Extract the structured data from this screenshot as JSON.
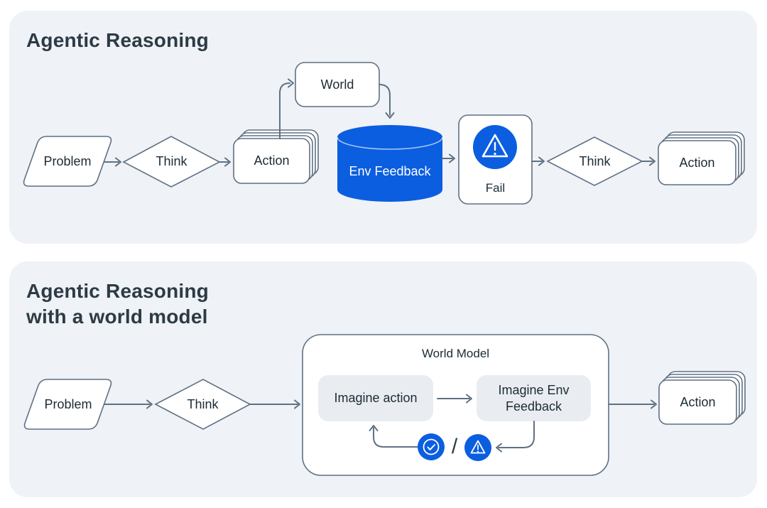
{
  "colors": {
    "accent_blue": "#0B5EE0",
    "panel_bg": "#EFF2F6",
    "stroke": "#5F7183",
    "node_text": "#1C2B33",
    "title_text": "#2C3B45",
    "pill_bg": "#E9EDF2",
    "node_fill": "#FFFFFF"
  },
  "panel1": {
    "title": "Agentic Reasoning",
    "nodes": {
      "problem": "Problem",
      "think1": "Think",
      "action1": "Action",
      "world": "World",
      "env_feedback": "Env Feedback",
      "fail": "Fail",
      "think2": "Think",
      "action2": "Action"
    },
    "icons": {
      "fail": "warning-triangle"
    }
  },
  "panel2": {
    "title_line1": "Agentic Reasoning",
    "title_line2": "with a world model",
    "nodes": {
      "problem": "Problem",
      "think": "Think",
      "world_model_title": "World Model",
      "imagine_action": "Imagine action",
      "imagine_env_feedback": "Imagine Env Feedback",
      "action": "Action"
    },
    "separator": "/",
    "icons": {
      "success": "check-circle",
      "fail": "warning-triangle"
    }
  }
}
